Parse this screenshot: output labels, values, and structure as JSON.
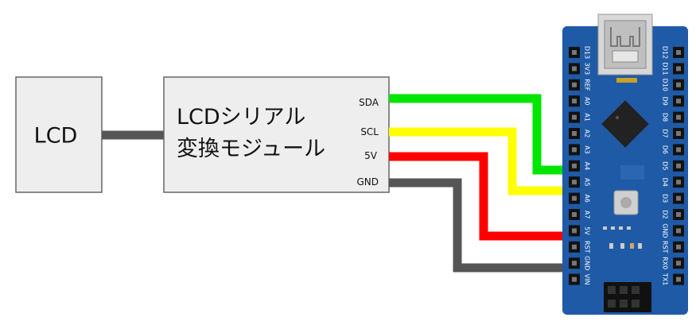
{
  "lcd": {
    "label": "LCD"
  },
  "module": {
    "title_line1": "LCDシリアル",
    "title_line2": "変換モジュール",
    "pins": [
      "SDA",
      "SCL",
      "5V",
      "GND"
    ]
  },
  "wires": [
    {
      "name": "sda-wire",
      "color": "#00e600"
    },
    {
      "name": "scl-wire",
      "color": "#ffff00"
    },
    {
      "name": "5v-wire",
      "color": "#ff0000"
    },
    {
      "name": "gnd-wire",
      "color": "#555555"
    }
  ],
  "arduino": {
    "board_color": "#1f5aa6",
    "left_pins": [
      "D13",
      "3V3",
      "REF",
      "A0",
      "A1",
      "A2",
      "A3",
      "A4",
      "A5",
      "A6",
      "A7",
      "5V",
      "RST",
      "GND",
      "VIN"
    ],
    "right_pins": [
      "D12",
      "D11",
      "D10",
      "D9",
      "D8",
      "D7",
      "D6",
      "D5",
      "D4",
      "D3",
      "D2",
      "GND",
      "RST",
      "RX0",
      "TX1"
    ]
  }
}
